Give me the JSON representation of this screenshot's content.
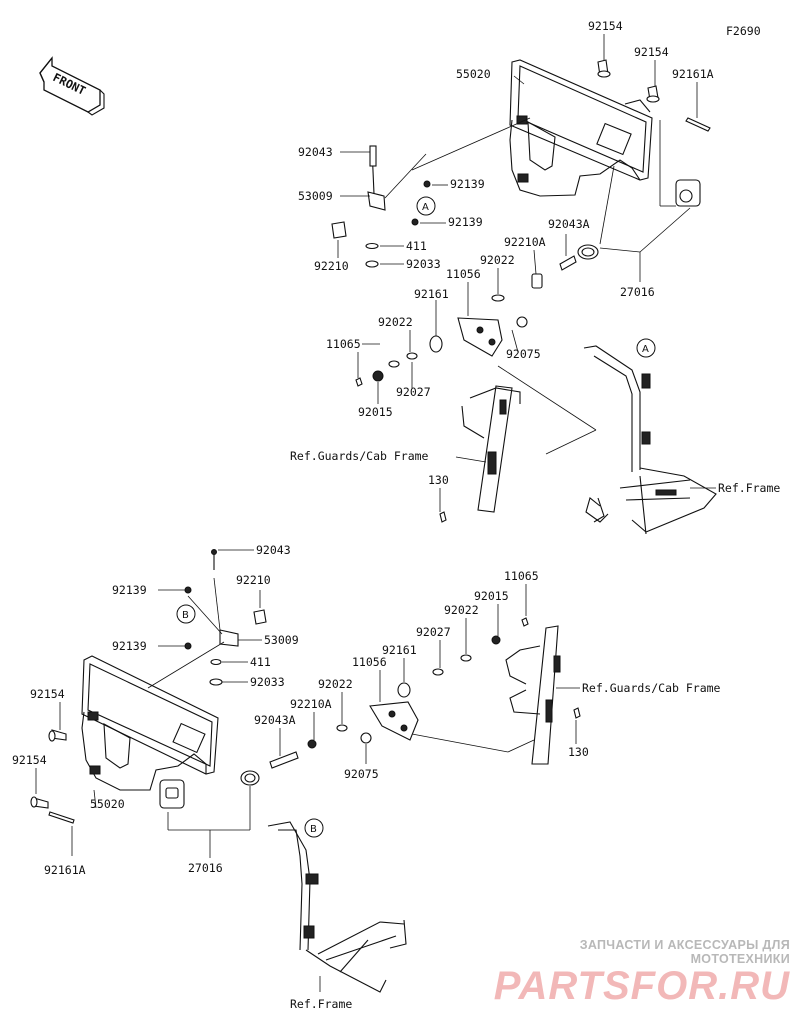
{
  "figure_code": "F2690",
  "front_label": "FRONT",
  "watermark": {
    "tagline": "ЗАПЧАСТИ И АКСЕССУАРЫ ДЛЯ МОТОТЕХНИКИ",
    "brand": "PARTSFOR.RU"
  },
  "callouts": {
    "a": "A",
    "b": "B"
  },
  "upper_labels": {
    "p92154_a": "92154",
    "p92154_b": "92154",
    "p92161a": "92161A",
    "p55020": "55020",
    "p92043": "92043",
    "p92139_a": "92139",
    "p53009": "53009",
    "p92139_b": "92139",
    "p411": "411",
    "p92210": "92210",
    "p92033": "92033",
    "p92043a": "92043A",
    "p92210a": "92210A",
    "p92022_a": "92022",
    "p11056": "11056",
    "p27016": "27016",
    "p92161": "92161",
    "p92022_b": "92022",
    "p11065": "11065",
    "p92075": "92075",
    "p92027": "92027",
    "p92015": "92015",
    "ref_guards": "Ref.Guards/Cab Frame",
    "ref_frame": "Ref.Frame",
    "p130": "130"
  },
  "lower_labels": {
    "p92043": "92043",
    "p92139_a": "92139",
    "p92210": "92210",
    "p53009": "53009",
    "p92139_b": "92139",
    "p411": "411",
    "p92033": "92033",
    "p11065": "11065",
    "p92015": "92015",
    "p92022_a": "92022",
    "p92027": "92027",
    "p92161": "92161",
    "p11056": "11056",
    "p92022_b": "92022",
    "p92210a": "92210A",
    "p92043a": "92043A",
    "p92154_a": "92154",
    "p92154_b": "92154",
    "p55020": "55020",
    "p92075": "92075",
    "p92161a": "92161A",
    "p27016": "27016",
    "ref_guards": "Ref.Guards/Cab Frame",
    "p130": "130",
    "ref_frame": "Ref.Frame"
  }
}
